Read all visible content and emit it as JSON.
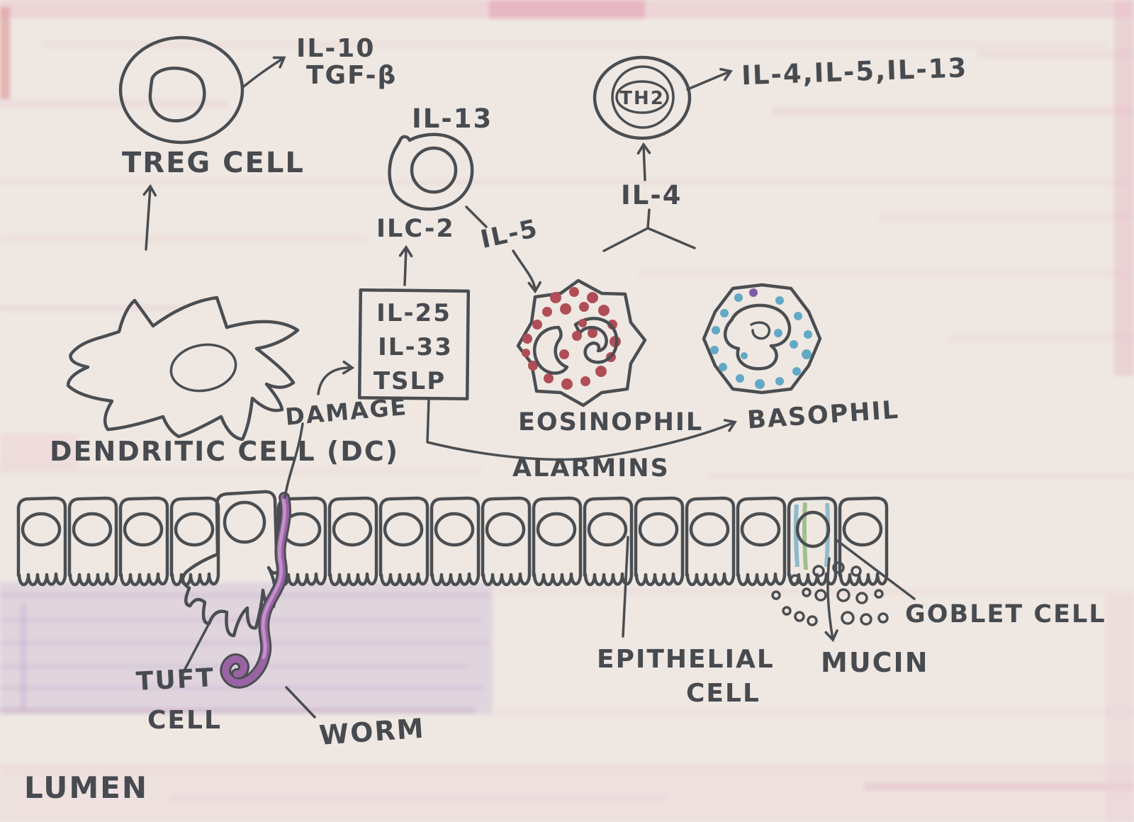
{
  "figure": {
    "kind": "hand-drawn immunology diagram",
    "topic": "Type 2 immune response to a helminth (worm) at the intestinal epithelium"
  },
  "labels": {
    "treg_products_1": "IL-10",
    "treg_products_2": "TGF-β",
    "treg_cell": "TREG CELL",
    "il13": "IL-13",
    "ilc2": "ILC-2",
    "il5": "IL-5",
    "th2": "TH2",
    "th2_products": "IL-4,IL-5,IL-13",
    "il4": "IL-4",
    "box_line1": "IL-25",
    "box_line2": "IL-33",
    "box_line3": "TSLP",
    "damage": "DAMAGE",
    "dendritic_cell": "DENDRITIC CELL (DC)",
    "eosinophil": "EOSINOPHIL",
    "basophil": "BASOPHIL",
    "alarmins": "ALARMINS",
    "tuft_line1": "TUFT",
    "tuft_line2": "CELL",
    "worm": "WORM",
    "lumen": "LUMEN",
    "epithelial_line1": "EPITHELIAL",
    "epithelial_line2": "CELL",
    "goblet_cell": "GOBLET CELL",
    "mucin": "MUCIN"
  },
  "colors": {
    "ink": "#4a4e52",
    "paper": "#efe8e2",
    "pink_streak": "#e3b3c2",
    "lavender_wash": "#cbb9d6",
    "treg_body": "#f0a55c",
    "treg_nucleus": "#d65f38",
    "ilc2_body": "#c6916e",
    "ilc2_nucleus": "#d0a585",
    "th2_body": "#cdb387",
    "dendritic_body": "#3d6a57",
    "eosinophil_body": "#f6efe5",
    "eosinophil_dots": "#b04d57",
    "eosinophil_nucleus": "#f2e7ad",
    "basophil_body": "#f7f2ea",
    "basophil_dots": "#62a9c5",
    "basophil_accent_dot": "#7b5ea7",
    "basophil_nucleus": "#f2ecb4",
    "epithelial_body": "#f1e28c",
    "epithelial_nucleus": "#e9c14d",
    "goblet_body": "#9cc49b",
    "goblet_streak": "#6fa9c2",
    "goblet_nucleus": "#f0e6c0",
    "tuft_body": "#b5418f",
    "worm_outer": "#9a63a4",
    "worm_inner": "#c697cc"
  }
}
